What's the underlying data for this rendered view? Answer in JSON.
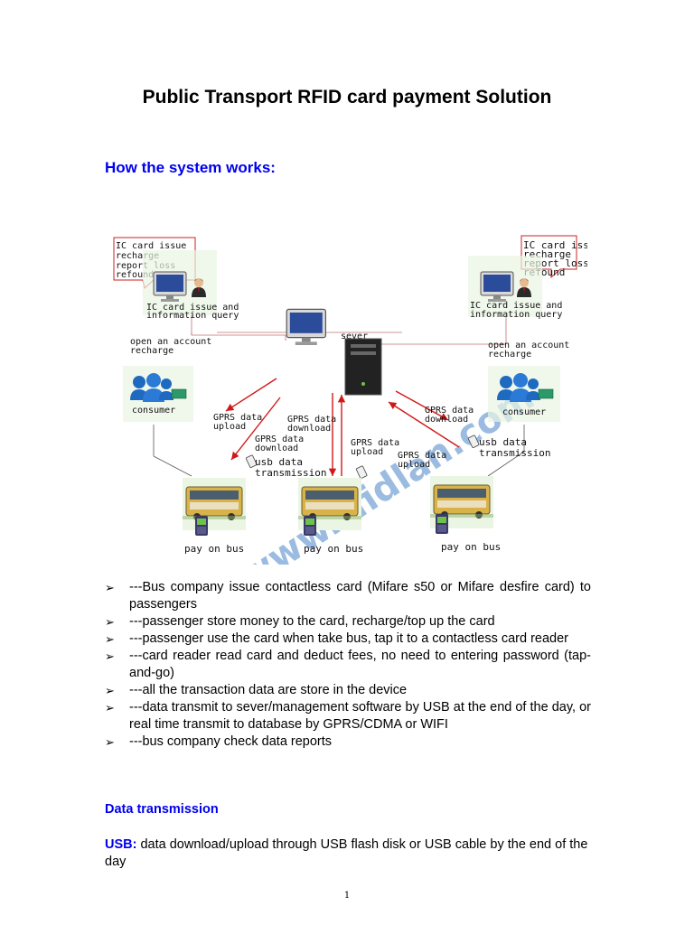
{
  "title": "Public Transport RFID card payment Solution",
  "section_heading": "How the system works:",
  "diagram": {
    "top_left_callout": [
      "IC card issue",
      "recharge",
      "report loss",
      "refound"
    ],
    "top_right_callout": [
      "IC card issue",
      "recharge",
      "report loss",
      "refound"
    ],
    "top_left_station_caption": [
      "IC card issue and",
      "information query"
    ],
    "top_right_station_caption": [
      "IC card issue and",
      "information query"
    ],
    "left_open_account": [
      "open an account",
      "recharge"
    ],
    "right_open_account": [
      "open an account",
      "recharge"
    ],
    "server_label": "sever",
    "left_consumer": "consumer",
    "right_consumer": "consumer",
    "flow_left_upload": [
      "GPRS data",
      "upload"
    ],
    "flow_left_download": [
      "GPRS data",
      "download"
    ],
    "flow_left_usb": [
      "usb data",
      "transmission"
    ],
    "flow_center_upload": [
      "GPRS data",
      "upload"
    ],
    "flow_right_download": [
      "GPRS data",
      "download"
    ],
    "flow_right_usb": [
      "usb data",
      "transmission"
    ],
    "flow_right_upload": [
      "GPRS data",
      "upload"
    ],
    "bus_left": "pay on bus",
    "bus_center": "pay on bus",
    "bus_right": "pay on bus",
    "watermark": "www.rfidlan.com"
  },
  "bullets": [
    "---Bus company issue contactless card (Mifare s50 or Mifare desfire card) to passengers",
    "---passenger store money to the card, recharge/top up the card",
    "---passenger use the card when take bus, tap it to a contactless card reader",
    "---card reader read card and deduct fees, no need to entering password (tap-and-go)",
    "---all the transaction data are store in the device",
    "---data transmit to sever/management software by USB at the end of the day, or real time transmit to database by GPRS/CDMA or WIFI",
    "---bus company check data reports"
  ],
  "bullet_marker": "➢",
  "data_transmission_heading": "Data transmission",
  "usb_label": "USB:",
  "usb_text": " data download/upload through USB flash disk or USB cable by the end of the day",
  "page_number": "1",
  "colors": {
    "heading_blue": "#0000ee",
    "arrow_red": "#d01818",
    "callout_red": "#cc2020",
    "watermark": "#4a86c8"
  }
}
